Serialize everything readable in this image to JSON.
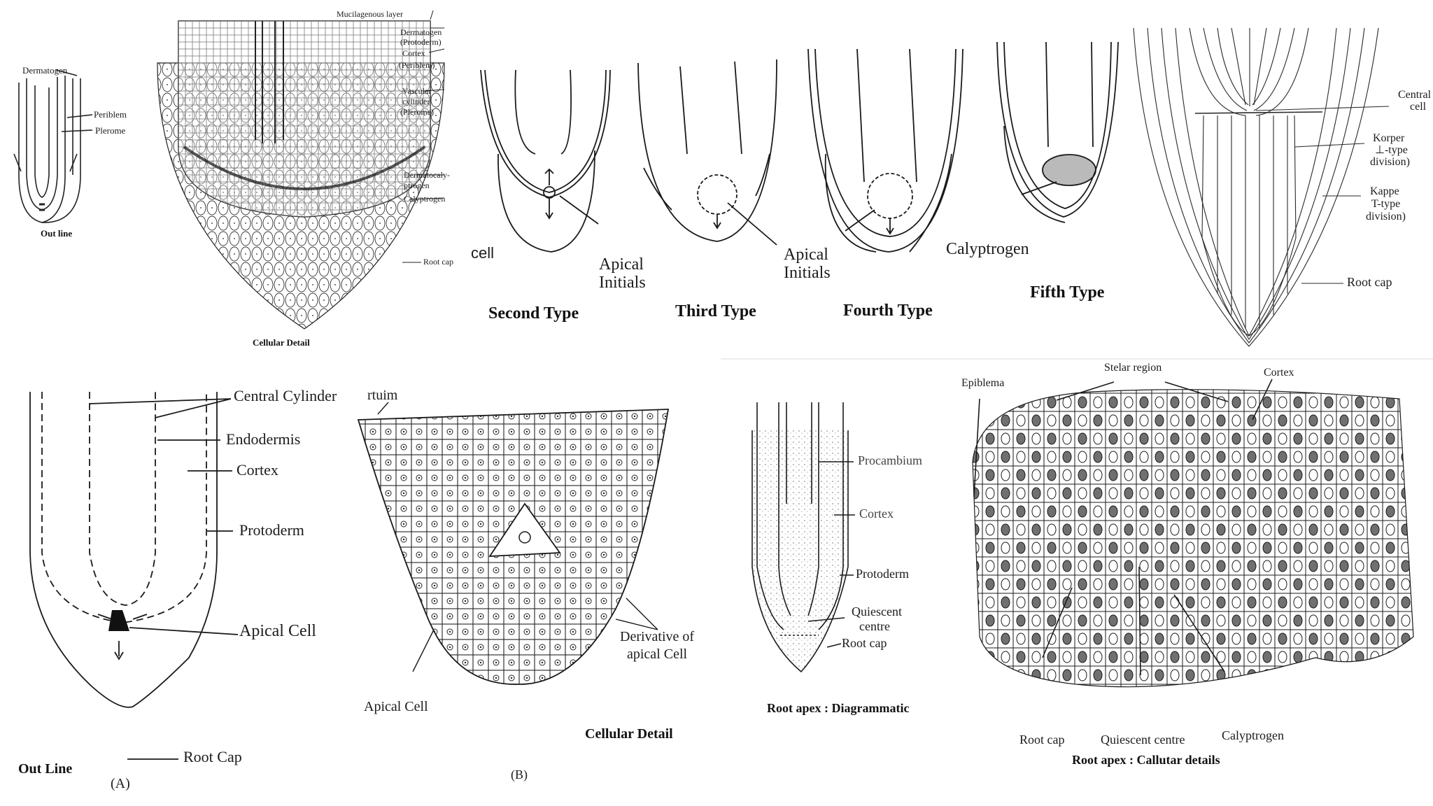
{
  "figure": {
    "background": "#ffffff",
    "ink_color": "#1a1a1a",
    "panels": {
      "top_outline": {
        "caption": "Out line",
        "labels": [
          "Dermatogen",
          "Periblem",
          "Plerome"
        ]
      },
      "top_cellular_detail": {
        "caption": "Cellular Detail",
        "labels": [
          "Mucilagenous layer",
          "Dermatogen",
          "(Protoderm)",
          "Cortex",
          "(Periblem)",
          "Vascular",
          "cylinder",
          "(Plerome)",
          "Dermatocaly-",
          "ptrogen",
          "Calyptrogen",
          "Root cap"
        ]
      },
      "types": {
        "fragment_label": "cell",
        "items": [
          {
            "caption": "Second Type",
            "label": [
              "Apical",
              "Initials"
            ]
          },
          {
            "caption": "Third Type",
            "label": [
              "Apical",
              "Initials"
            ]
          },
          {
            "caption": "Fourth Type",
            "label": [
              "Calyptrogen"
            ]
          },
          {
            "caption": "Fifth Type",
            "label": []
          }
        ]
      },
      "korper_kappe": {
        "labels": [
          "Central",
          "cell",
          "Korper",
          "⊥-type",
          "division)",
          "Kappe",
          "T-type",
          "division)",
          "Root cap"
        ]
      },
      "outline_A": {
        "caption": "Out Line",
        "sub": "(A)",
        "labels": [
          "Central Cylinder",
          "Endodermis",
          "Cortex",
          "Protoderm",
          "Apical Cell",
          "Root Cap"
        ]
      },
      "cellular_B": {
        "caption": "Cellular Detail",
        "sub": "(B)",
        "labels": [
          "rtuim",
          "Apical Cell",
          "Derivative of",
          "apical Cell"
        ]
      },
      "diagrammatic": {
        "caption": "Root apex : Diagrammatic",
        "labels": [
          "Procambium",
          "Cortex",
          "Protoderm",
          "Quiescent",
          "centre",
          "Root cap"
        ]
      },
      "callular": {
        "caption": "Root apex : Callutar details",
        "labels": [
          "Epiblema",
          "Stelar region",
          "Cortex",
          "Root cap",
          "Quiescent centre",
          "Calyptrogen"
        ]
      }
    }
  }
}
